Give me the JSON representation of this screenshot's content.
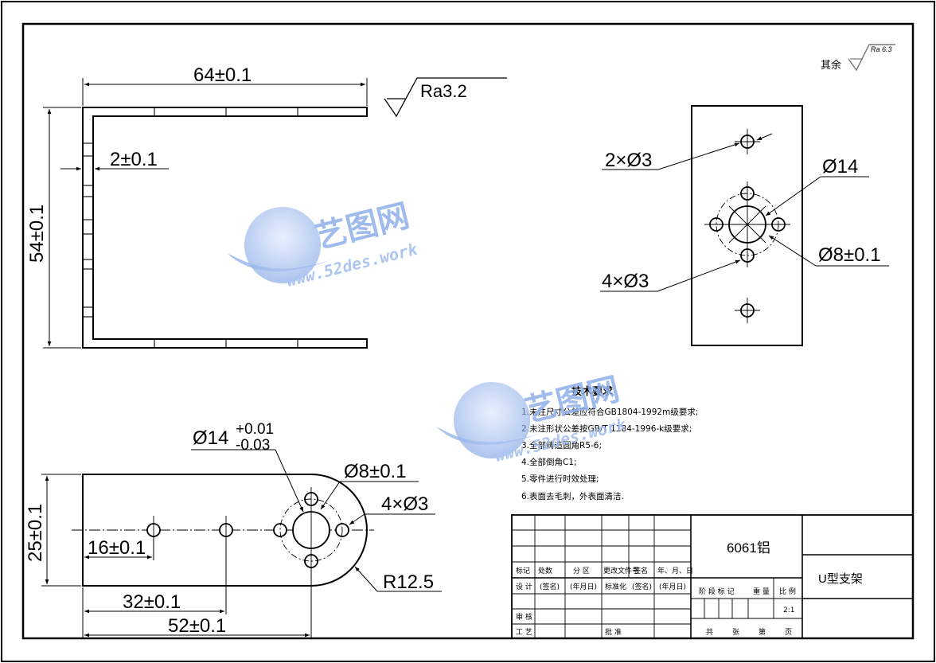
{
  "surface_note": {
    "prefix": "其余",
    "value": "Ra 6.3"
  },
  "front_view": {
    "width_dim": "64±0.1",
    "height_dim": "54±0.1",
    "thickness_dim": "2±0.1",
    "roughness": "Ra3.2"
  },
  "side_view": {
    "small_holes_dim": "2×Ø3",
    "center_dim": "Ø14",
    "pcd_dim": "Ø8±0.1",
    "four_holes_dim": "4×Ø3"
  },
  "bottom_view": {
    "center_dim_main": "Ø14",
    "center_tol_upper": "+0.01",
    "center_tol_lower": "-0.03",
    "pcd_dim": "Ø8±0.1",
    "four_holes_dim": "4×Ø3",
    "height_dim": "25±0.1",
    "offset1_dim": "16±0.1",
    "offset2_dim": "32±0.1",
    "offset3_dim": "52±0.1",
    "radius_dim": "R12.5"
  },
  "tech_requirements": {
    "title": "技术要求",
    "items": [
      "1.未注尺寸公差应符合GB1804-1992m级要求;",
      "2.未注形状公差按GB/T 1184-1996-k级要求;",
      "3.全部铸造圆角R5-6;",
      "4.全部倒角C1;",
      "5.零件进行时效处理;",
      "6.表面去毛刺，外表面清洁."
    ]
  },
  "title_block": {
    "material": "6061铝",
    "part_name": "U型支架",
    "rev_headers": [
      "标记",
      "处数",
      "分 区",
      "更改文件号",
      "签名",
      "年、月、日"
    ],
    "design_row": [
      "设 计",
      "(签名)",
      "(年月日)",
      "标准化",
      "(签名)",
      "(年月日)"
    ],
    "stage_headers": [
      "阶 段 标 记",
      "重 量",
      "比 例"
    ],
    "scale": "2:1",
    "check": "审 核",
    "process": "工 艺",
    "approve": "批 准",
    "sheet": [
      "共",
      "张",
      "第",
      "页"
    ]
  },
  "watermark": {
    "brand": "艺图网",
    "url": "www.52des.work"
  }
}
